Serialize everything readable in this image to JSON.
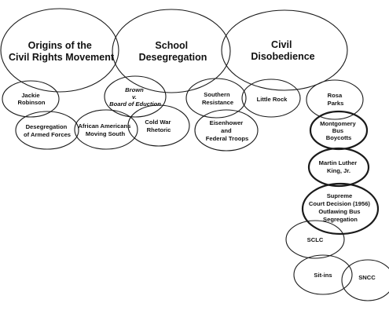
{
  "nodes": {
    "origins": {
      "lines": [
        "Origins of the",
        "Civil Rights Movement"
      ]
    },
    "desegregation": {
      "lines": [
        "School",
        "Desegregation"
      ]
    },
    "disobedience": {
      "lines": [
        "Civil",
        "Disobedience"
      ]
    },
    "jackie": {
      "lines": [
        "Jackie",
        "Robinson"
      ]
    },
    "armed_forces": {
      "lines": [
        "Desegregation",
        "of Armed Forces"
      ]
    },
    "moving_south": {
      "lines": [
        "African Americans",
        "Moving South"
      ]
    },
    "brown": {
      "lines": [
        "Brown",
        "v.",
        "Board of Eduction"
      ]
    },
    "cold_war": {
      "lines": [
        "Cold War",
        "Rhetoric"
      ]
    },
    "resistance": {
      "lines": [
        "Southern",
        "Resistance"
      ]
    },
    "eisenhower": {
      "lines": [
        "Eisenhower",
        "and",
        "Federal Troops"
      ]
    },
    "little_rock": {
      "lines": [
        "Little Rock"
      ]
    },
    "rosa": {
      "lines": [
        "Rosa",
        "Parks"
      ]
    },
    "montgomery": {
      "lines": [
        "Montgomery",
        "Bus",
        "Boycotts"
      ]
    },
    "mlk": {
      "lines": [
        "Martin Luther",
        "King, Jr."
      ]
    },
    "supreme": {
      "lines": [
        "Supreme",
        "Court Decision (1956)",
        "Outlawing Bus",
        "Segregation"
      ]
    },
    "sclc": {
      "lines": [
        "SCLC"
      ]
    },
    "sitins": {
      "lines": [
        "Sit-ins"
      ]
    },
    "sncc": {
      "lines": [
        "SNCC"
      ]
    }
  }
}
